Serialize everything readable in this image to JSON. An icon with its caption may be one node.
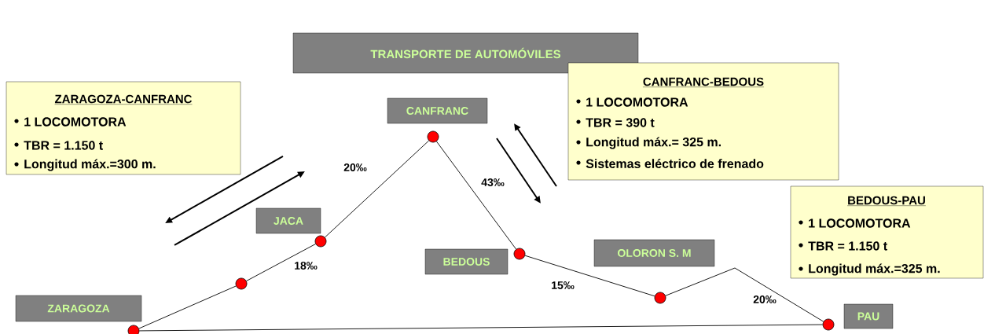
{
  "diagram": {
    "title": "TRANSPORTE DE AUTOMÓVILES",
    "nodes": [
      {
        "text": [
          "ZARAGOZA-CANFRANC",
          "1 LOCOMOTORA",
          "TBR = 1.150 t",
          "Longitud máx.=300 m."
        ]
      },
      {
        "text": [
          "CANFRANC-BEDOUS",
          "1 LOCOMOTORA",
          "TBR = 390  t",
          "Longitud máx.= 325 m.",
          "Sistemas eléctrico de frenado"
        ]
      },
      {
        "text": [
          "BEDOUS-PAU",
          "1 LOCOMOTORA",
          "TBR = 1.150 t",
          "Longitud máx.=325 m."
        ]
      },
      {
        "text": [
          "CANFRANC"
        ]
      },
      {
        "text": [
          "JACA"
        ]
      },
      {
        "text": [
          "BEDOUS"
        ]
      },
      {
        "text": [
          "OLORON S. M"
        ]
      },
      {
        "text": [
          "ZARAGOZA"
        ]
      },
      {
        "text": [
          "PAU"
        ]
      },
      {
        "text": [],
        "shape": "circle"
      },
      {
        "text": [],
        "shape": "circle"
      },
      {
        "text": [],
        "shape": "circle"
      },
      {
        "text": [],
        "shape": "circle"
      },
      {
        "text": [],
        "shape": "circle"
      },
      {
        "text": [],
        "shape": "circle"
      },
      {
        "text": [],
        "shape": "circle"
      }
    ],
    "edges": [
      {
        "from": 9,
        "to": 10,
        "arrow": "none"
      },
      {
        "from": 10,
        "to": 11,
        "arrow": "none"
      },
      {
        "from": 11,
        "to": 12,
        "arrow": "none"
      },
      {
        "from": 12,
        "to": 13,
        "arrow": "none"
      },
      {
        "from": 13,
        "to": 14,
        "arrow": "none"
      },
      {
        "from": 14,
        "to": 15,
        "arrow": "none"
      },
      {
        "from": 9,
        "to": 15,
        "arrow": "none"
      }
    ],
    "labels": [
      "20‰",
      "43‰",
      "18‰",
      "15‰",
      "20‰"
    ]
  }
}
